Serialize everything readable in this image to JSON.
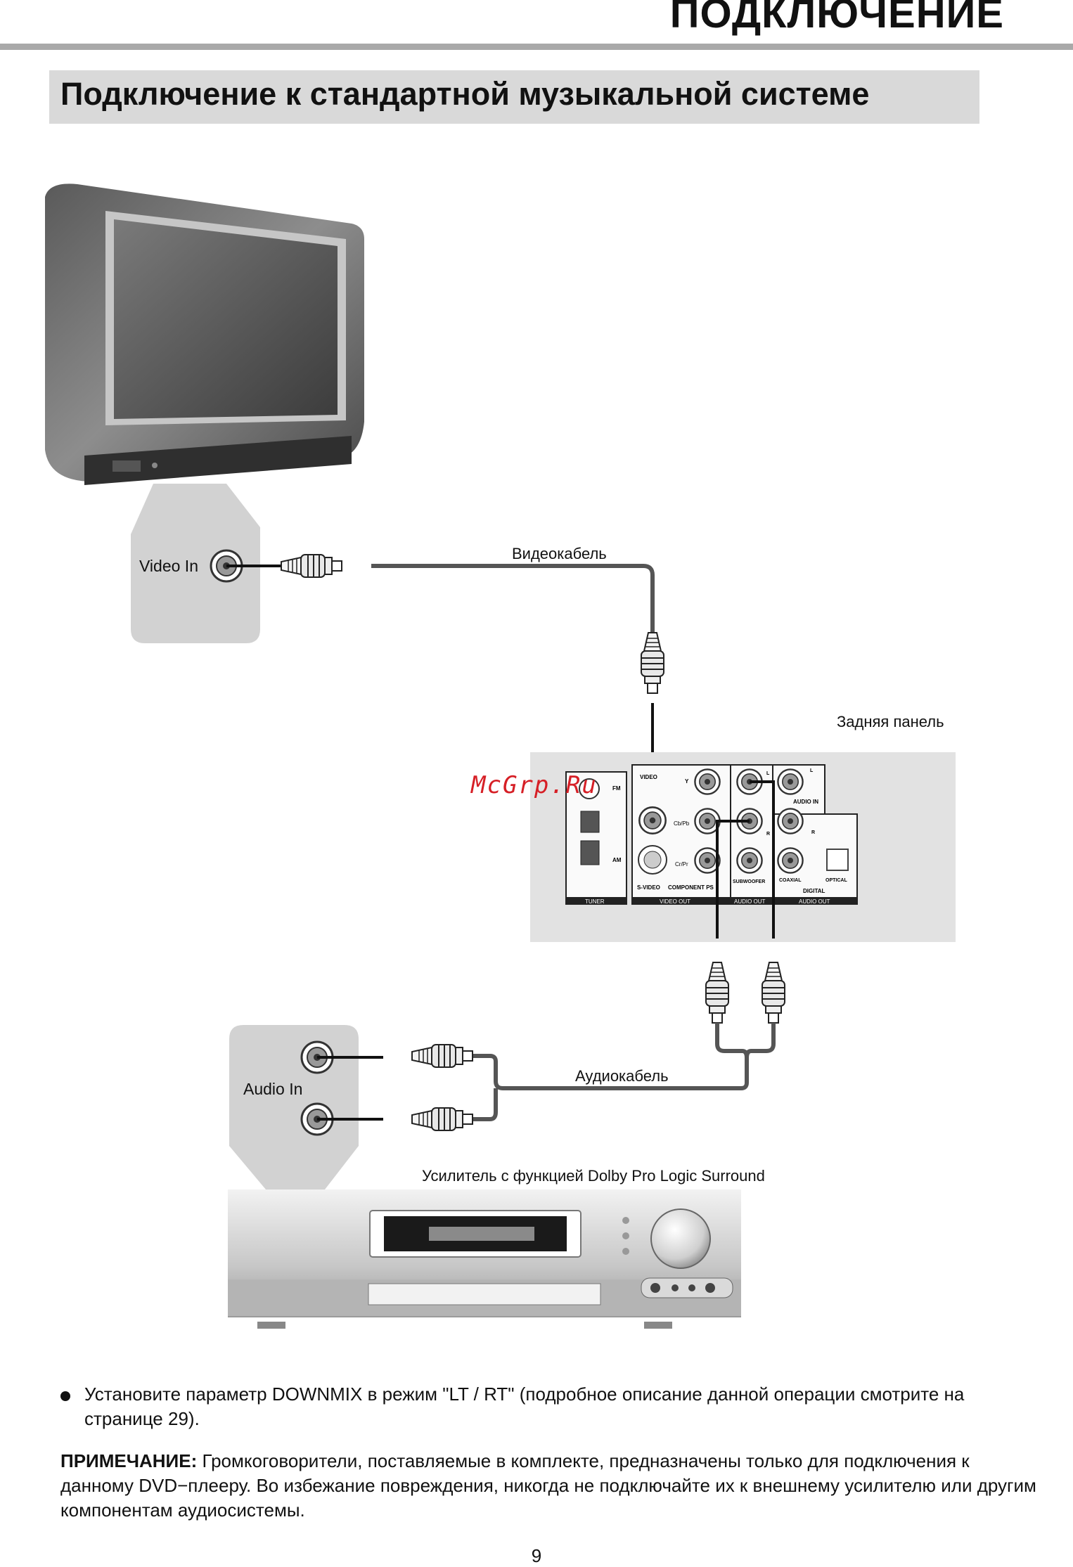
{
  "header": {
    "title": "ПОДКЛЮЧЕНИЕ"
  },
  "section": {
    "title": "Подключение к стандартной музыкальной системе"
  },
  "diagram": {
    "labels": {
      "video_in": "Video In",
      "video_cable": "Видеокабель",
      "rear_panel": "Задняя панель",
      "audio_in": "Audio In",
      "audio_cable": "Аудиокабель",
      "amplifier": "Усилитель с функцией Dolby Pro Logic Surround",
      "watermark": "McGrp.Ru"
    },
    "panel": {
      "tuner": "TUNER",
      "fm": "FM",
      "am": "AM",
      "video": "VIDEO",
      "y": "Y",
      "cb_pb": "Cb/Pb",
      "cr_pr": "Cr/Pr",
      "s_video": "S-VIDEO",
      "component": "COMPONENT PS",
      "video_out": "VIDEO OUT",
      "l1": "L",
      "r1": "R",
      "subwoofer": "SUBWOOFER",
      "audio_out1": "AUDIO OUT",
      "l2": "L",
      "audio_in": "AUDIO IN",
      "r2": "R",
      "coaxial": "COAXIAL",
      "optical": "OPTICAL",
      "digital": "DIGITAL",
      "audio_out2": "AUDIO OUT"
    }
  },
  "bullet": {
    "text": "Установите параметр DOWNMIX в режим \"LT / RT\" (подробное описание данной операции смотрите на странице 29)."
  },
  "note": {
    "label": "ПРИМЕЧАНИЕ:",
    "text": " Громкоговорители, поставляемые в комплекте, предназначены только для подключения к данному DVD−плееру. Во избежание повреждения, никогда не подключайте их к внешнему усилителю или другим компонентам аудиосистемы."
  },
  "page_number": "9",
  "colors": {
    "header_rule": "#a9a9a9",
    "section_bar": "#d9d9d9",
    "panel_bg": "#e2e2e2",
    "watermark": "#d61f26"
  }
}
